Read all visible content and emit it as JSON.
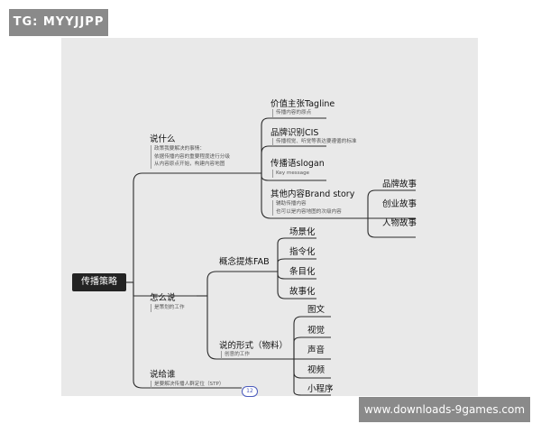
{
  "watermark_top": "TG: MYYJJPP",
  "watermark_bottom": "www.downloads-9games.com",
  "root": "传播策略",
  "badge": "12",
  "branches": {
    "what": {
      "label": "说什么",
      "notes": [
        "政策我要解决的事情：",
        "依据传播内容的重要程度进行分级",
        "从内容原点开始，构建内容地图"
      ],
      "children": [
        {
          "label": "价值主张Tagline",
          "note": "传播内容的原点"
        },
        {
          "label": "品牌识别CIS",
          "note": "传播视觉、听觉等表达要遵循的标准"
        },
        {
          "label": "传播语slogan",
          "note": "Key message"
        },
        {
          "label": "其他内容Brand story",
          "notes": [
            "辅助传播内容",
            "也可以是内容地图的次级内容"
          ],
          "children": [
            "品牌故事",
            "创业故事",
            "人物故事"
          ]
        }
      ]
    },
    "how": {
      "label": "怎么说",
      "note": "是策划的工作",
      "children": [
        {
          "label": "概念提炼FAB",
          "children": [
            "场景化",
            "指令化",
            "条目化",
            "故事化"
          ]
        },
        {
          "label": "说的形式（物料）",
          "note": "创意的工作",
          "children": [
            "图文",
            "视觉",
            "声音",
            "视频",
            "小程序"
          ]
        }
      ]
    },
    "who": {
      "label": "说给谁",
      "note": "是要解决传播人群定位（STP）"
    }
  }
}
